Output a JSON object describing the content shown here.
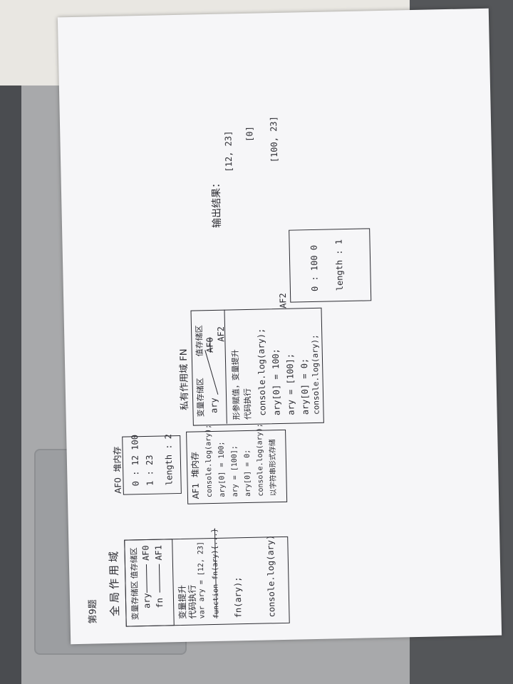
{
  "title": "第9题",
  "global": {
    "heading": "全局作用域",
    "var_area_label": "变量存储区",
    "value_area_label": "值存储区",
    "var_ary": "ary",
    "ref_ary": "AF0",
    "var_fn": "fn",
    "ref_fn": "AF1",
    "hoist_label": "变量提升",
    "exec_label": "代码执行",
    "line_var_ary": "var ary = [12, 23]",
    "line_function": "function fn(ary){...}",
    "line_call": "fn(ary);",
    "line_log": "console.log(ary)"
  },
  "heap_af0": {
    "label": "AF0",
    "type": "堆内存",
    "entry0": "0 : 12 100",
    "entry1": "1 : 23",
    "length": "length : 2"
  },
  "heap_af1": {
    "label": "AF1",
    "type": "堆内存",
    "lines": [
      "console.log(ary);",
      "ary[0] = 100;",
      "ary = [100];",
      "ary[0] = 0;",
      "console.log(ary);",
      "以字符串形式存储"
    ]
  },
  "private_scope": {
    "heading": "私有作用域 FN",
    "var_area_label": "变量存储区",
    "value_area_label": "值存储区",
    "var_ary": "ary",
    "ref_af0": "AF0",
    "ref_af2": "AF2",
    "param_label": "形参赋值，变量提升",
    "exec_label": "代码执行",
    "lines": [
      "console.log(ary);",
      "ary[0] = 100;",
      "ary = [100];",
      "ary[0] = 0;",
      "console.log(ary);"
    ]
  },
  "heap_af2": {
    "label": "AF2",
    "entry0": "0 : 100 0",
    "length": "length : 1"
  },
  "output": {
    "heading": "输出结果：",
    "results": [
      "[12, 23]",
      "[0]",
      "[100, 23]"
    ]
  }
}
